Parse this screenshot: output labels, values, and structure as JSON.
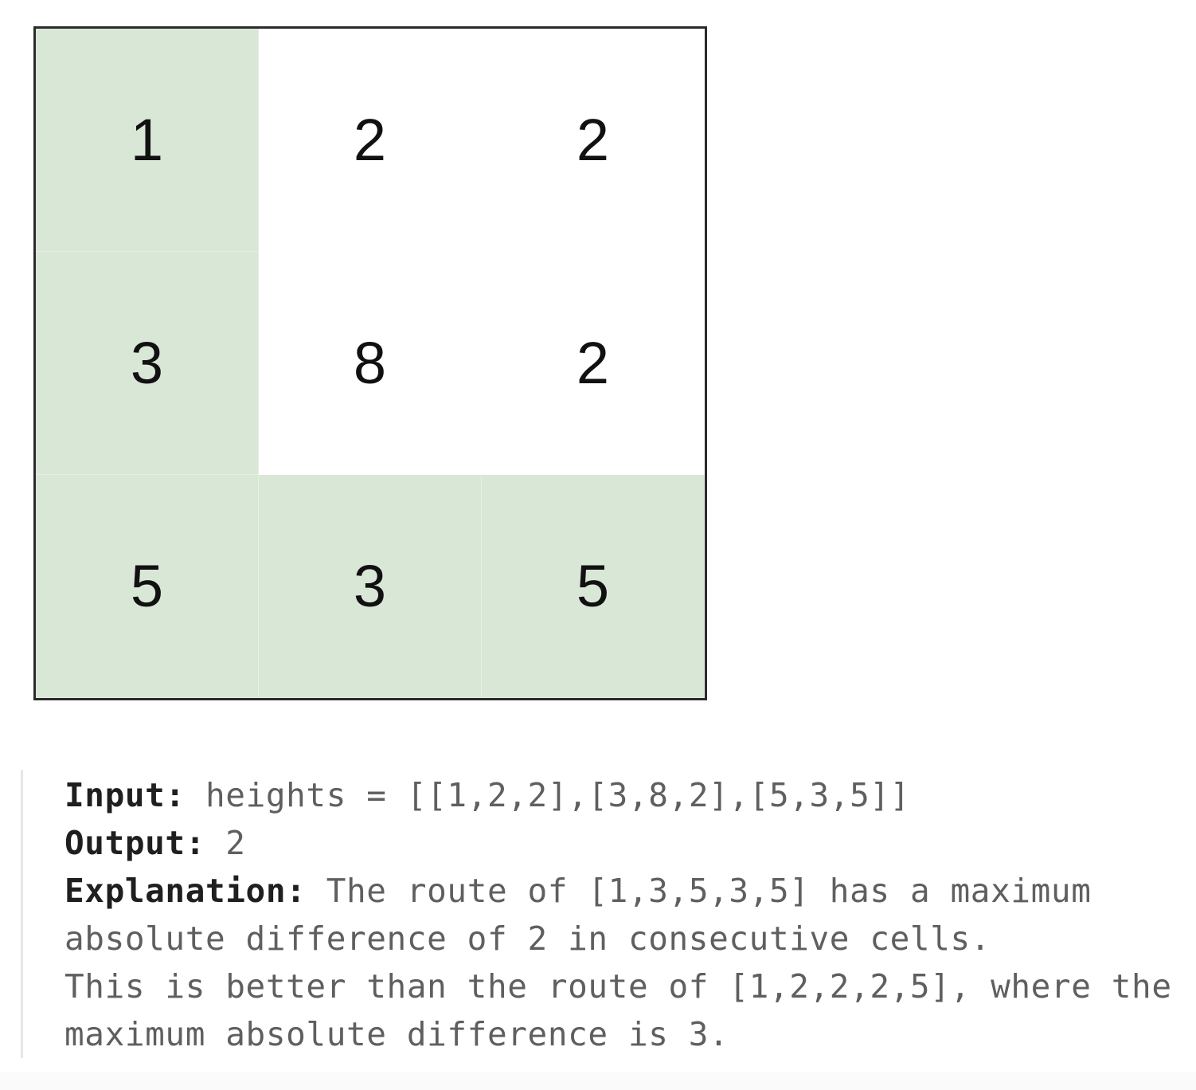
{
  "grid": {
    "rows": [
      [
        {
          "value": "1",
          "path": true
        },
        {
          "value": "2",
          "path": false
        },
        {
          "value": "2",
          "path": false
        }
      ],
      [
        {
          "value": "3",
          "path": true
        },
        {
          "value": "8",
          "path": false
        },
        {
          "value": "2",
          "path": false
        }
      ],
      [
        {
          "value": "5",
          "path": true
        },
        {
          "value": "3",
          "path": true
        },
        {
          "value": "5",
          "path": true
        }
      ]
    ],
    "colors": {
      "path": "#d9e7d6",
      "normal": "#ffffff",
      "border": "#2b2b2b"
    }
  },
  "example": {
    "input_label": "Input:",
    "input_text": " heights = [[1,2,2],[3,8,2],[5,3,5]]",
    "output_label": "Output:",
    "output_text": " 2",
    "explanation_label": "Explanation:",
    "explanation_line1": " The route of [1,3,5,3,5] has a maximum",
    "explanation_line2": "absolute difference of 2 in consecutive cells.",
    "explanation_line3": "This is better than the route of [1,2,2,2,5], where the",
    "explanation_line4": "maximum absolute difference is 3."
  }
}
